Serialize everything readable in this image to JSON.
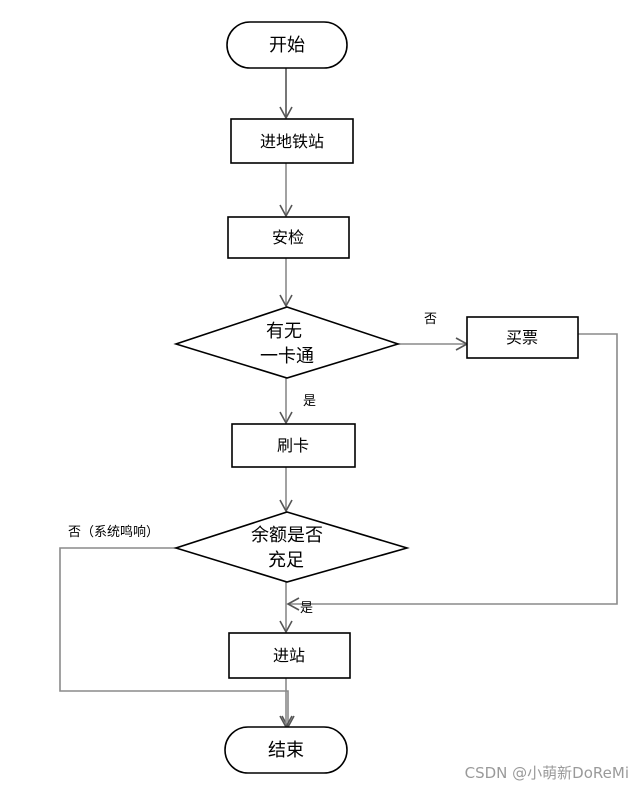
{
  "nodes": {
    "start": "开始",
    "enter_station_area": "进地铁站",
    "security_check": "安检",
    "has_card_line1": "有无",
    "has_card_line2": "一卡通",
    "buy_ticket": "买票",
    "swipe_card": "刷卡",
    "balance_line1": "余额是否",
    "balance_line2": "充足",
    "enter_gate": "进站",
    "end": "结束"
  },
  "edge_labels": {
    "no_card": "否",
    "has_card": "是",
    "insufficient": "否（系统鸣响）",
    "sufficient": "是"
  },
  "watermark": "CSDN @小萌新DoReMi",
  "colors": {
    "stroke": "#000000",
    "arrow": "#8a8a8a",
    "watermark": "#9a9a9a"
  }
}
